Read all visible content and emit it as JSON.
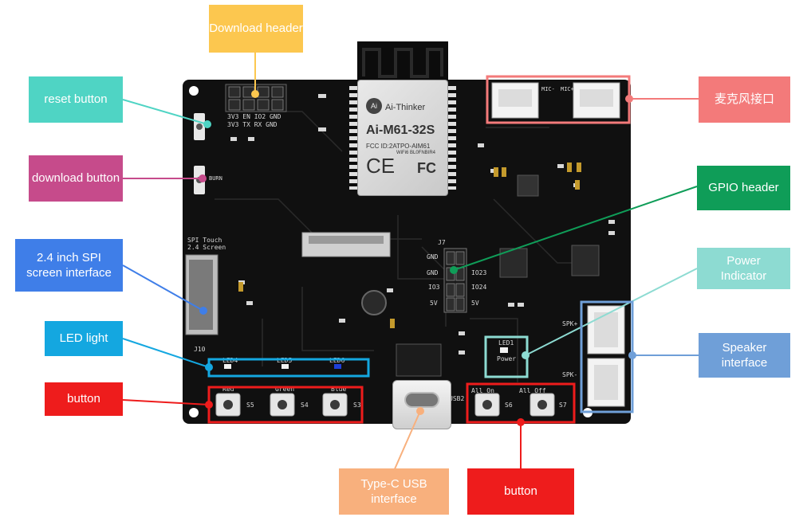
{
  "callouts": {
    "download_header": "Download header",
    "reset_button": "reset button",
    "download_button": "download button",
    "spi_screen": "2.4 inch SPI screen interface",
    "led_light": "LED light",
    "button_left": "button",
    "mic": "麦克风接口",
    "gpio_header": "GPIO header",
    "power_indicator": "Power Indicator",
    "speaker": "Speaker interface",
    "usb": "Type-C USB interface",
    "button_right": "button"
  },
  "module": {
    "brand": "Ai-Thinker",
    "model": "Ai-M61-32S",
    "fcc_id": "FCC ID:2ATPO-AIM61",
    "wifi": "WiFi6  BL0FNBIR4"
  },
  "silkscreen": {
    "header_top": "3V3  EN  IO2  GND",
    "header_bottom": "3V3  TX   RX  GND",
    "spi": "SPI Touch 2.4 Screen",
    "j10": "J10",
    "j7": "J7",
    "led4": "LED4",
    "led5": "LED5",
    "led6": "LED6",
    "red": "Red",
    "green": "Green",
    "blue": "Blue",
    "s5": "S5",
    "s4": "S4",
    "s3": "S3",
    "all_on": "All On",
    "all_off": "All Off",
    "s6": "S6",
    "s7": "S7",
    "usb2": "USB2",
    "led1": "LED1",
    "power": "Power",
    "gnd": "GND",
    "io3": "IO3",
    "io23": "IO23",
    "io24": "IO24",
    "v5": "5V",
    "spk_p": "SPK+",
    "spk_n": "SPK-",
    "mic_p": "MIC+",
    "mic_n": "MIC-",
    "burn": "BURN"
  },
  "colors": {
    "download_header": "#fcc74f",
    "reset": "#4fd4c4",
    "download_btn": "#c64b8b",
    "spi": "#3f7ee8",
    "led": "#14a7e0",
    "button": "#ee1c1c",
    "mic": "#f37a7a",
    "gpio": "#0f9d58",
    "power": "#8ddbd2",
    "speaker": "#6f9fd8",
    "usb": "#f8b07d"
  }
}
